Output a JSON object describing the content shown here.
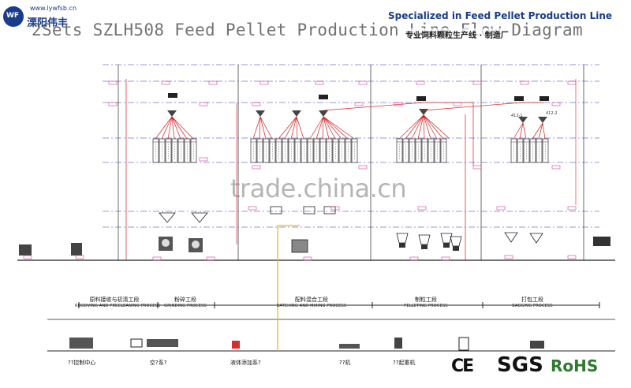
{
  "header": {
    "logo_badge": "WF",
    "logo_url": "www.lywfsb.cn",
    "logo_cn": "溧阳伟丰",
    "title": "2Sets SZLH508 Feed Pellet Production Line Flow Diagram",
    "banner_en": "Specialized in Feed Pellet Production Line",
    "banner_cn": "专业饲料颗粒生产线 · 制造厂"
  },
  "sections": [
    {
      "cn": "原料接收与初清工段",
      "en": "RECEIVING AND PRECLEANING PROCESS"
    },
    {
      "cn": "粉碎工段",
      "en": "GRINDING PROCESS"
    },
    {
      "cn": "配料混合工段",
      "en": "BATCHING AND MIXING PROCESS"
    },
    {
      "cn": "制粒工段",
      "en": "PELLETING PROCESS"
    },
    {
      "cn": "打包工段",
      "en": "BAGGING PROCESS"
    }
  ],
  "legend_items": [
    {
      "label": "??控制中心",
      "icon": "control-center-icon"
    },
    {
      "label": "空?系?",
      "icon": "air-system-icon"
    },
    {
      "label": "液体添加系?",
      "icon": "liquid-adding-icon"
    },
    {
      "label": "??机",
      "icon": "conveyor-icon"
    },
    {
      "label": "??起重机",
      "icon": "crane-icon"
    },
    {
      "label": "",
      "icon": "cabinet-icon"
    },
    {
      "label": "",
      "icon": "generator-icon"
    }
  ],
  "splitter_labels": {
    "a": "412-1",
    "b": "412-2"
  },
  "watermark": "trade.china.cn",
  "certs": {
    "ce": "CE",
    "sgs": "SGS",
    "rohs": "RoHS"
  },
  "colors": {
    "banner_blue": "#1a3c8c",
    "pipe_red": "#d02020",
    "level_purple": "#5a4fcf",
    "tag_magenta": "#d33a96",
    "feed_yellow": "#e8c000"
  }
}
